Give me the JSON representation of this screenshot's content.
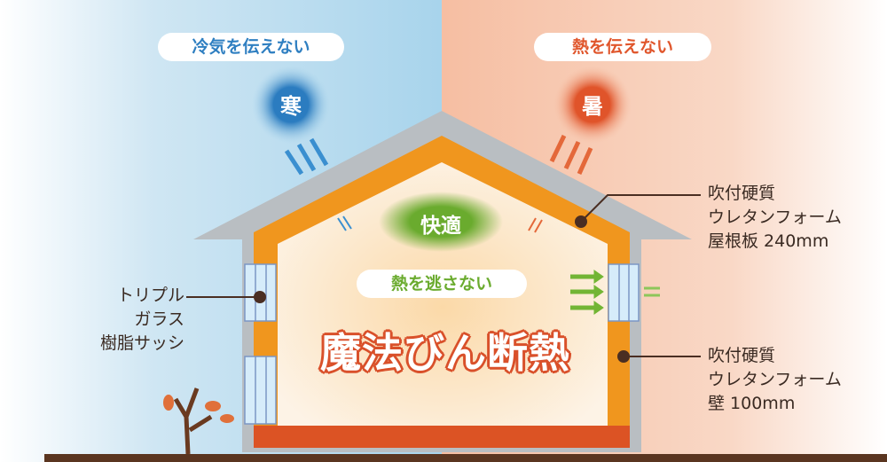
{
  "cold_side": {
    "headline": "冷気を伝えない",
    "badge": "寒"
  },
  "hot_side": {
    "headline": "熱を伝えない",
    "badge": "暑"
  },
  "interior": {
    "comfort_badge": "快適",
    "keep_heat": "熱を逃さない",
    "title": "魔法びん断熱"
  },
  "callouts": {
    "window": [
      "トリプル",
      "ガラス",
      "樹脂サッシ"
    ],
    "roof": [
      "吹付硬質",
      "ウレタンフォーム",
      "屋根板 240mm"
    ],
    "wall": [
      "吹付硬質",
      "ウレタンフォーム",
      "壁 100mm"
    ]
  },
  "colors": {
    "cold": "#2f7fc1",
    "hot": "#e0562c",
    "insulation": "#f0961e",
    "green": "#6aab2e",
    "roof": "#b9bec2"
  }
}
